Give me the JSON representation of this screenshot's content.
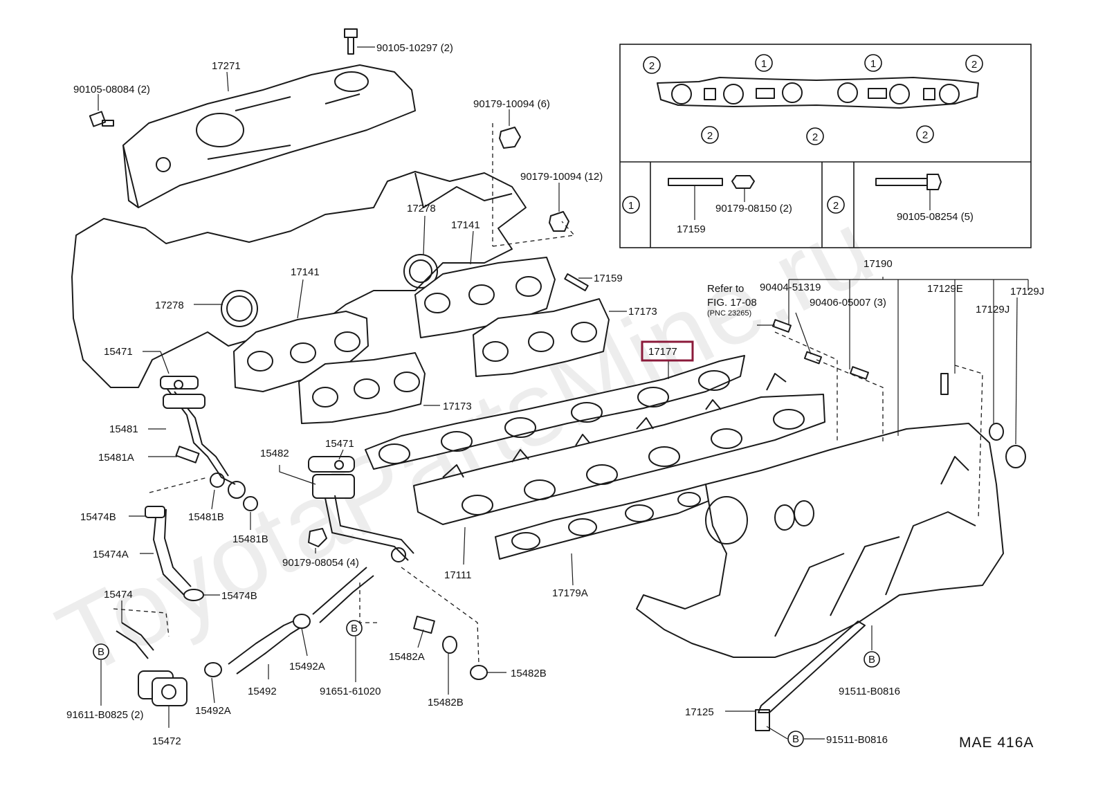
{
  "watermark": "ToyotaPartsMine.ru",
  "diagram_code": "MAE 416A",
  "highlight": {
    "part": "17177",
    "color": "#8b1a3a"
  },
  "callouts": {
    "c_90105_10297": "90105-10297 (2)",
    "c_17271": "17271",
    "c_90105_08084": "90105-08084 (2)",
    "c_90179_10094_6": "90179-10094 (6)",
    "c_90179_10094_12": "90179-10094 (12)",
    "c_17278_a": "17278",
    "c_17141_a": "17141",
    "c_17141_b": "17141",
    "c_17278_b": "17278",
    "c_17159": "17159",
    "c_17173_a": "17173",
    "c_17173_b": "17173",
    "c_15471_a": "15471",
    "c_15481": "15481",
    "c_15481A": "15481A",
    "c_15474B_a": "15474B",
    "c_15481B_a": "15481B",
    "c_15481B_b": "15481B",
    "c_15474A": "15474A",
    "c_15474B_b": "15474B",
    "c_15474": "15474",
    "c_B_left": "B",
    "c_91611_B0825": "91611-B0825 (2)",
    "c_15472": "15472",
    "c_15482": "15482",
    "c_15471_b": "15471",
    "c_90179_08054": "90179-08054 (4)",
    "c_15492A_a": "15492A",
    "c_15492": "15492",
    "c_15492A_b": "15492A",
    "c_B_mid": "B",
    "c_91651_61020": "91651-61020",
    "c_15482A": "15482A",
    "c_15482B_a": "15482B",
    "c_15482B_b": "15482B",
    "c_17111": "17111",
    "c_17179A": "17179A",
    "c_17177": "17177",
    "c_17190": "17190",
    "c_refer_1": "Refer to",
    "c_refer_2": "FIG. 17-08",
    "c_refer_3": "(PNC 23265)",
    "c_90404_51319": "90404-51319",
    "c_90406_05007": "90406-05007 (3)",
    "c_17129E": "17129E",
    "c_17129J_a": "17129J",
    "c_17129J_b": "17129J",
    "c_B_right": "B",
    "c_91511_B0816_a": "91511-B0816",
    "c_17125": "17125",
    "c_B_bottom": "B",
    "c_91511_B0816_b": "91511-B0816"
  },
  "inset": {
    "top_marks": [
      "2",
      "1",
      "1",
      "2"
    ],
    "bottom_marks": [
      "2",
      "2",
      "2"
    ],
    "row_marks": [
      "1",
      "2"
    ],
    "p_17159": "17159",
    "p_90179_08150": "90179-08150 (2)",
    "p_90105_08254": "90105-08254 (5)"
  }
}
